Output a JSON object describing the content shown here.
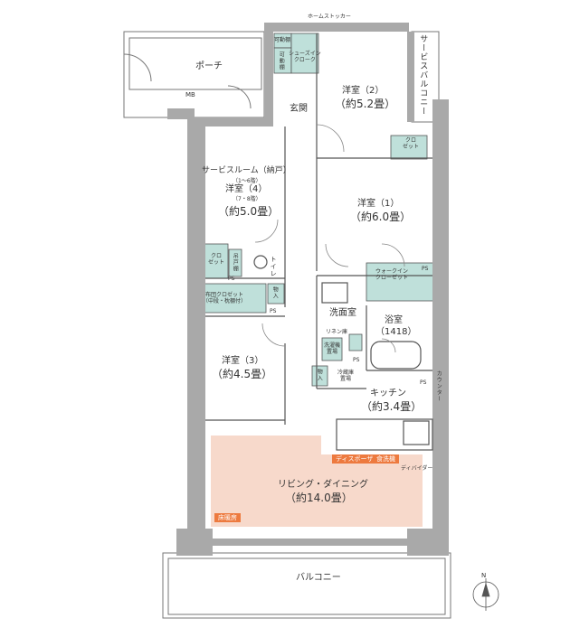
{
  "rooms": {
    "home_stocker": "ホームストッカー",
    "movable_shelf_1": "可動棚",
    "movable_shelf_2": "可動棚",
    "shoes_in_closet": "シューズイン\nクローク",
    "porch": "ポーチ",
    "mb": "MB",
    "entrance": "玄関",
    "western2_name": "洋室（2）",
    "western2_size": "（約5.2畳）",
    "service_balcony": "サービスバルコニー",
    "closet_small_right": "クロ\nゼット",
    "service_room": "サービスルーム（納戸）",
    "service_room_floors": "（1～6階）",
    "western4_name": "洋室（4）",
    "western4_floors": "（7・8階）",
    "western4_size": "（約5.0畳）",
    "western1_name": "洋室（1）",
    "western1_size": "（約6.0畳）",
    "closet_left": "クロ\nゼット",
    "toilet": "トイレ",
    "toilet_shelf": "吊戸棚",
    "ps": "PS",
    "walk_in_closet": "ウォークイン\nクローゼット",
    "futon_closet": "布団クロゼット\n（中段・枕棚付）",
    "storage": "物入",
    "washroom": "洗面室",
    "bath_name": "浴室",
    "bath_size": "（1418）",
    "linen": "リネン庫",
    "washer": "洗濯機\n置場",
    "western3_name": "洋室（3）",
    "western3_size": "（約4.5畳）",
    "fridge": "冷蔵庫\n置場",
    "storage2": "物入",
    "kitchen_name": "キッチン",
    "kitchen_size": "（約3.4畳）",
    "disposer": "ディスポーザー",
    "dishwasher": "食洗機",
    "divider": "ディバイダー",
    "living_name": "リビング・ダイニング",
    "living_size": "（約14.0畳）",
    "floor_heating": "床暖房",
    "balcony": "バルコニー",
    "kitchen_side_shelf": "カウンター",
    "north": "N"
  },
  "colors": {
    "wall": "#a9a9a9",
    "storage_fill": "#bfe0da",
    "living_fill": "#f7d9cb",
    "tag_fill": "#ed7a3f",
    "line": "#555555"
  }
}
